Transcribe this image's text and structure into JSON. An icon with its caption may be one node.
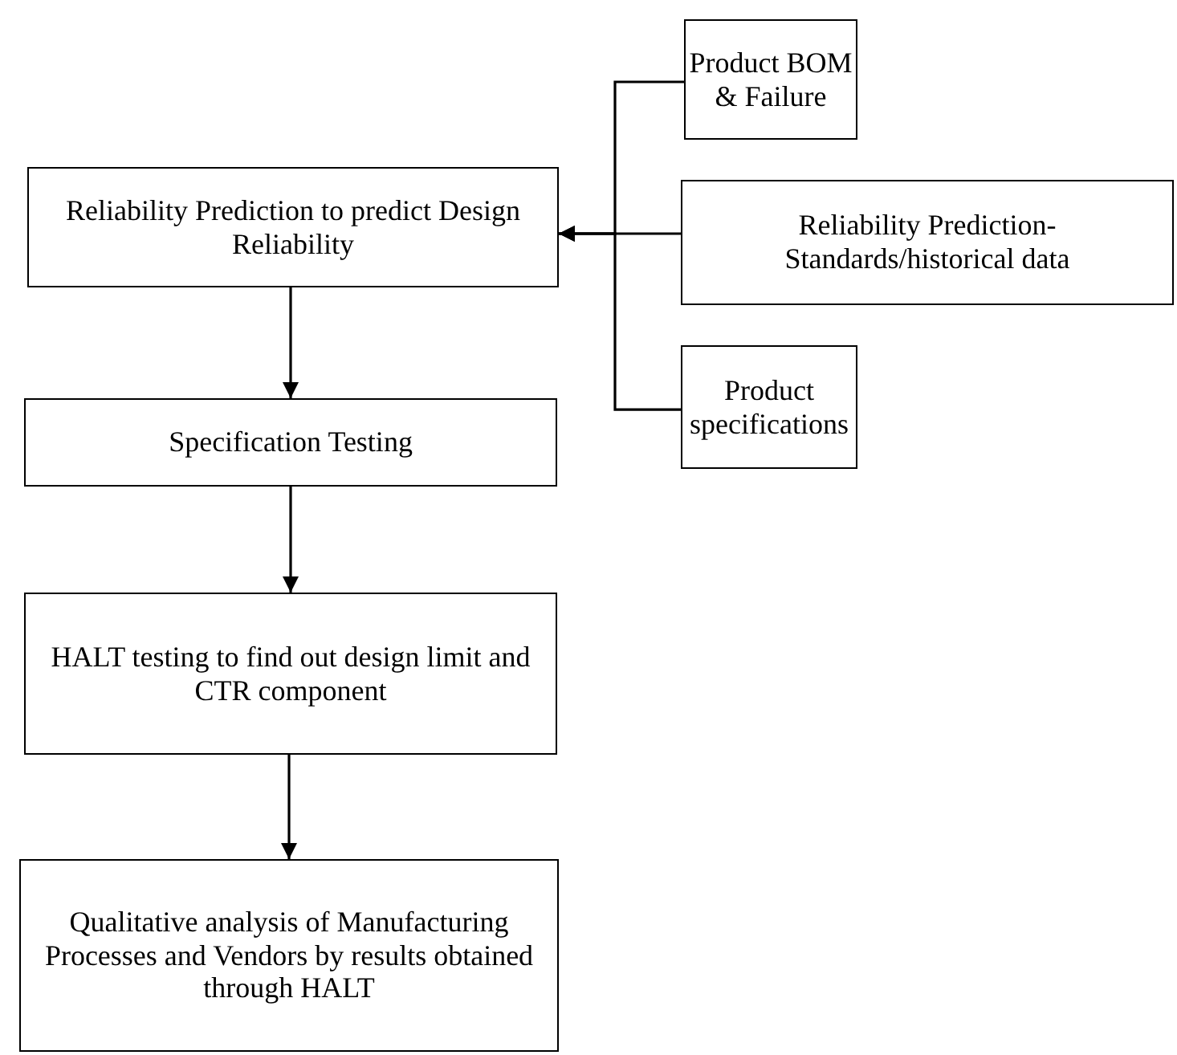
{
  "diagram": {
    "nodes": [
      {
        "text": [
          "Reliability Prediction to predict Design Reliability"
        ]
      },
      {
        "text": [
          "Specification Testing"
        ]
      },
      {
        "text": [
          "HALT testing to find out design limit and CTR component"
        ]
      },
      {
        "text": [
          "Qualitative analysis of Manufacturing Processes and Vendors by results obtained through HALT"
        ]
      },
      {
        "text": [
          "Product BOM & Failure"
        ]
      },
      {
        "text": [
          "Reliability Prediction- Standards/historical data"
        ]
      },
      {
        "text": [
          "Product specifications"
        ]
      }
    ],
    "edges": [
      {
        "from": 0,
        "to": 1,
        "arrow": "to"
      },
      {
        "from": 1,
        "to": 2,
        "arrow": "to"
      },
      {
        "from": 2,
        "to": 3,
        "arrow": "to"
      },
      {
        "from": 4,
        "to": 0,
        "arrow": "to"
      },
      {
        "from": 5,
        "to": 0,
        "arrow": "to"
      },
      {
        "from": 6,
        "to": 0,
        "arrow": "to"
      }
    ]
  }
}
